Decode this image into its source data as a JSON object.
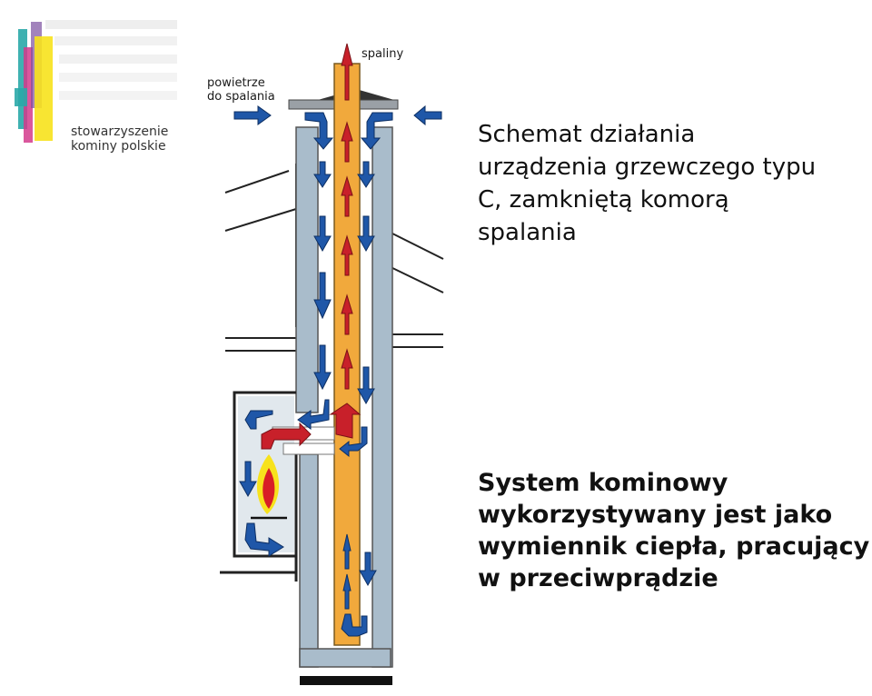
{
  "logo": {
    "text_line1": "stowarzyszenie",
    "text_line2": "kominy polskie"
  },
  "diagram": {
    "label_exhaust": "spaliny",
    "label_air_line1": "powietrze",
    "label_air_line2": "do spalania"
  },
  "title": {
    "line1": "Schemat działania",
    "line2": "urządzenia grzewczego typu",
    "line3": "C, zamkniętą komorą",
    "line4": "spalania"
  },
  "description": {
    "line1": "System kominowy",
    "line2": "wykorzystywany jest jako",
    "line3": "wymiennik ciepła, pracujący",
    "line4": "w przeciwprądzie"
  },
  "colors": {
    "outer_shaft": "#a9bccb",
    "flue_pipe": "#f1a93c",
    "air_arrow": "#1f57a8",
    "exhaust_arrow": "#c8202a",
    "logo_yellow": "#f7e21c",
    "logo_magenta": "#d33a8c",
    "logo_teal": "#2aa8a8"
  }
}
